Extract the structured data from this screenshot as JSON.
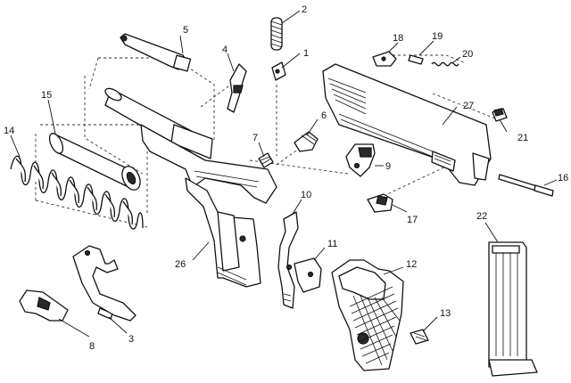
{
  "parts": [
    {
      "id": "1",
      "label": "1"
    },
    {
      "id": "2",
      "label": "2"
    },
    {
      "id": "3",
      "label": "3"
    },
    {
      "id": "4",
      "label": "4"
    },
    {
      "id": "5",
      "label": "5"
    },
    {
      "id": "6",
      "label": "6"
    },
    {
      "id": "7",
      "label": "7"
    },
    {
      "id": "8",
      "label": "8"
    },
    {
      "id": "9",
      "label": "9"
    },
    {
      "id": "10",
      "label": "10"
    },
    {
      "id": "11",
      "label": "11"
    },
    {
      "id": "12",
      "label": "12"
    },
    {
      "id": "13",
      "label": "13"
    },
    {
      "id": "14",
      "label": "14"
    },
    {
      "id": "15",
      "label": "15"
    },
    {
      "id": "16",
      "label": "16"
    },
    {
      "id": "17",
      "label": "17"
    },
    {
      "id": "18",
      "label": "18"
    },
    {
      "id": "19",
      "label": "19"
    },
    {
      "id": "20",
      "label": "20"
    },
    {
      "id": "21",
      "label": "21"
    },
    {
      "id": "22",
      "label": "22"
    },
    {
      "id": "26",
      "label": "26"
    },
    {
      "id": "27",
      "label": "27"
    }
  ]
}
